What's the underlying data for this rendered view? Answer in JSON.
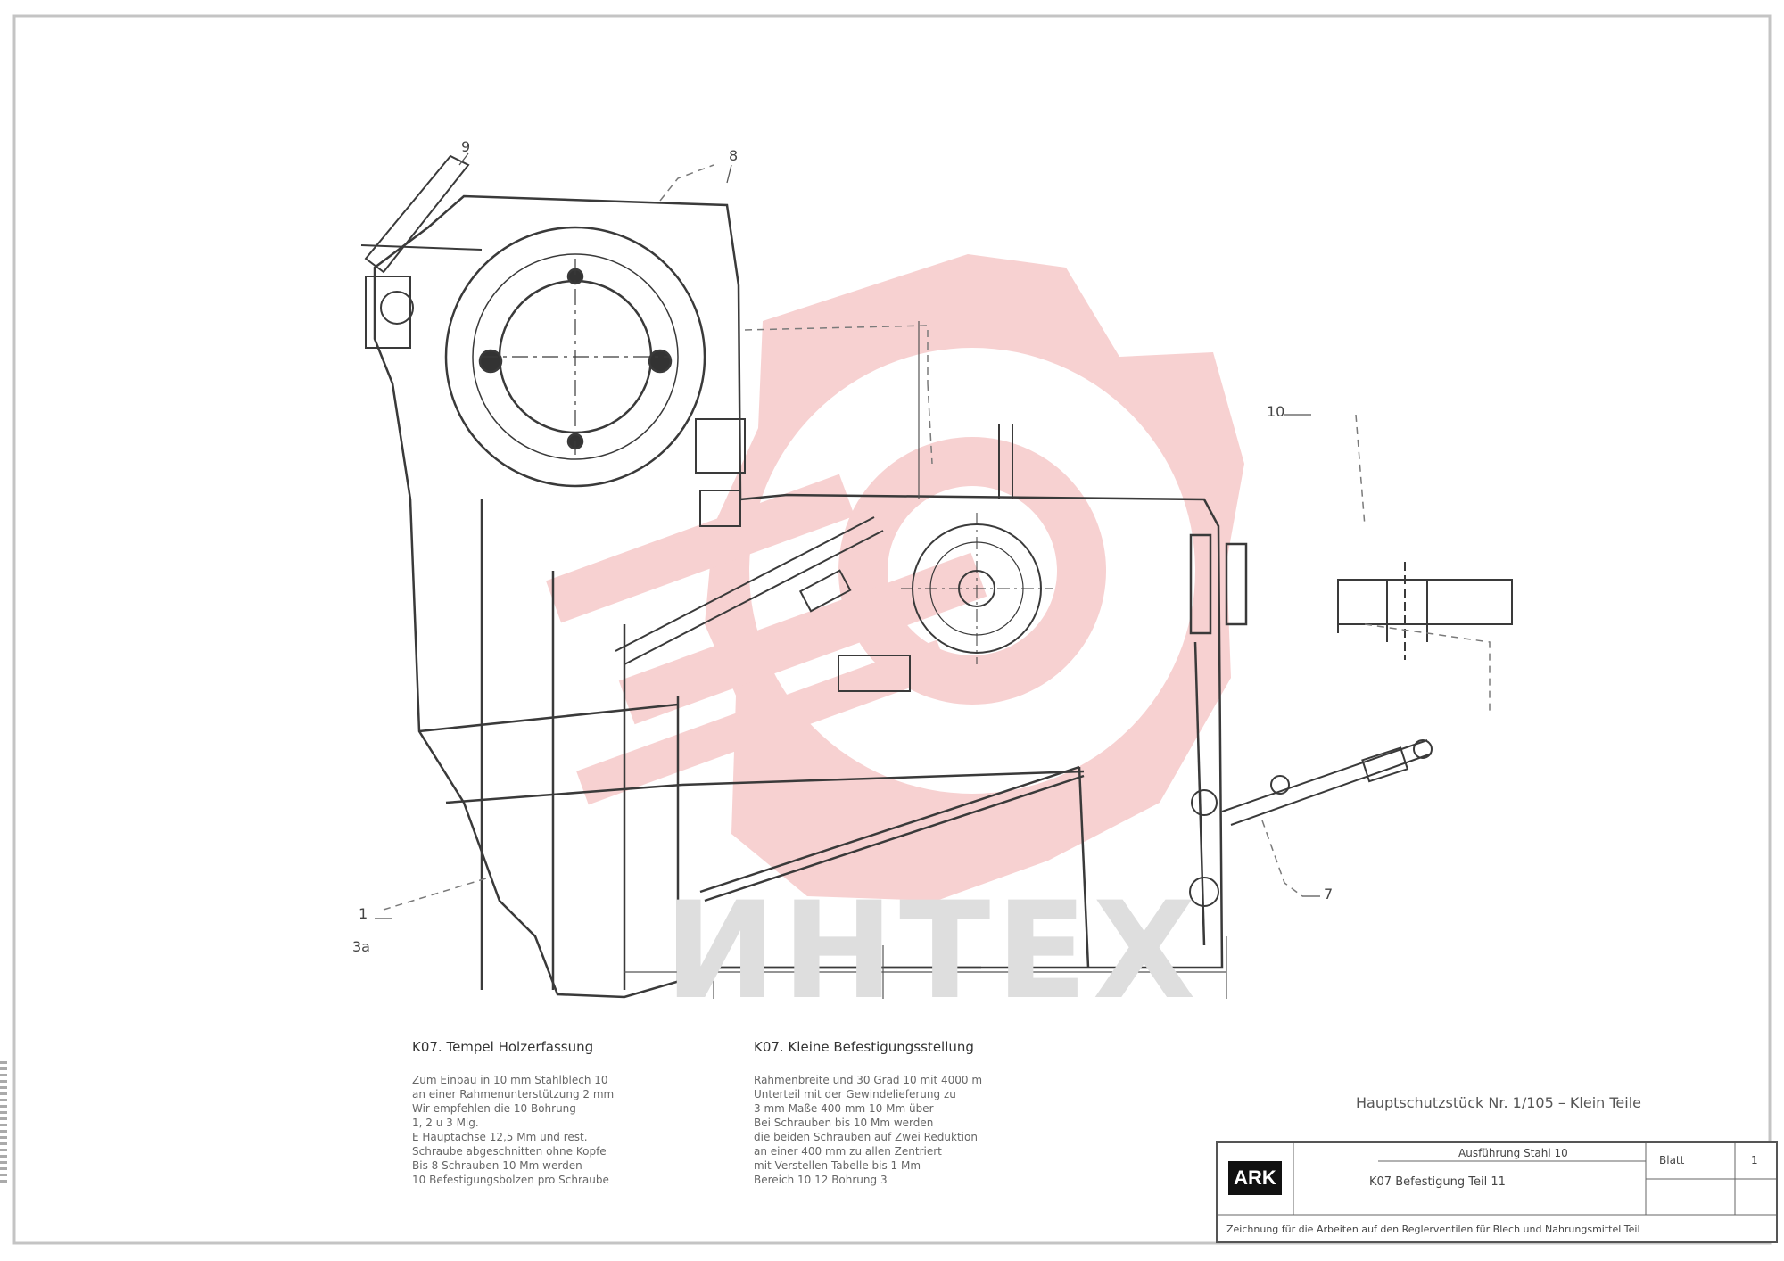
{
  "watermark": {
    "text": "ИНТЕХ",
    "gear_color": "#f6c9c9",
    "text_color": "#dedede"
  },
  "callouts": [
    {
      "label": "8"
    },
    {
      "label": "9"
    },
    {
      "label": "10"
    },
    {
      "label": "7"
    },
    {
      "label": "1"
    },
    {
      "label": "3a"
    }
  ],
  "notes": {
    "left": {
      "title": "K07. Tempel Holzerfassung",
      "lines": [
        "Zum Einbau in 10 mm Stahlblech 10",
        "an einer Rahmenunterstützung 2 mm",
        "Wir empfehlen die 10 Bohrung",
        "1, 2 u 3 Mig.",
        "E Hauptachse 12,5 Mm und rest.",
        "Schraube abgeschnitten ohne Kopfe",
        "Bis 8 Schrauben 10 Mm werden",
        "10 Befestigungsbolzen pro Schraube"
      ]
    },
    "right": {
      "title": "K07. Kleine Befestigungsstellung",
      "lines": [
        "Rahmenbreite und 30 Grad 10 mit 4000 m",
        "Unterteil mit der Gewindelieferung zu",
        "3 mm Maße 400 mm 10 Mm über",
        "Bei Schrauben bis 10 Mm werden",
        "die beiden Schrauben auf Zwei Reduktion",
        "an einer 400 mm zu allen Zentriert",
        "mit Verstellen Tabelle bis 1 Mm",
        "Bereich 10 12 Bohrung 3"
      ]
    }
  },
  "assembly_caption": "Hauptschutzstück Nr. 1/105 – Klein Teile",
  "title_block": {
    "logo": "ARK",
    "title": "K07  Befestigung  Teil 11",
    "subtitle": "Ausführung Stahl 10",
    "sheet_label": "Blatt",
    "sheet_value": "1",
    "bottom_note": "Zeichnung für die Arbeiten auf den Reglerventilen für Blech und Nahrungsmittel Teil"
  },
  "colors": {
    "line": "#3a3a3a",
    "dash": "#7a7a7a",
    "frame": "#bdbdbd"
  }
}
